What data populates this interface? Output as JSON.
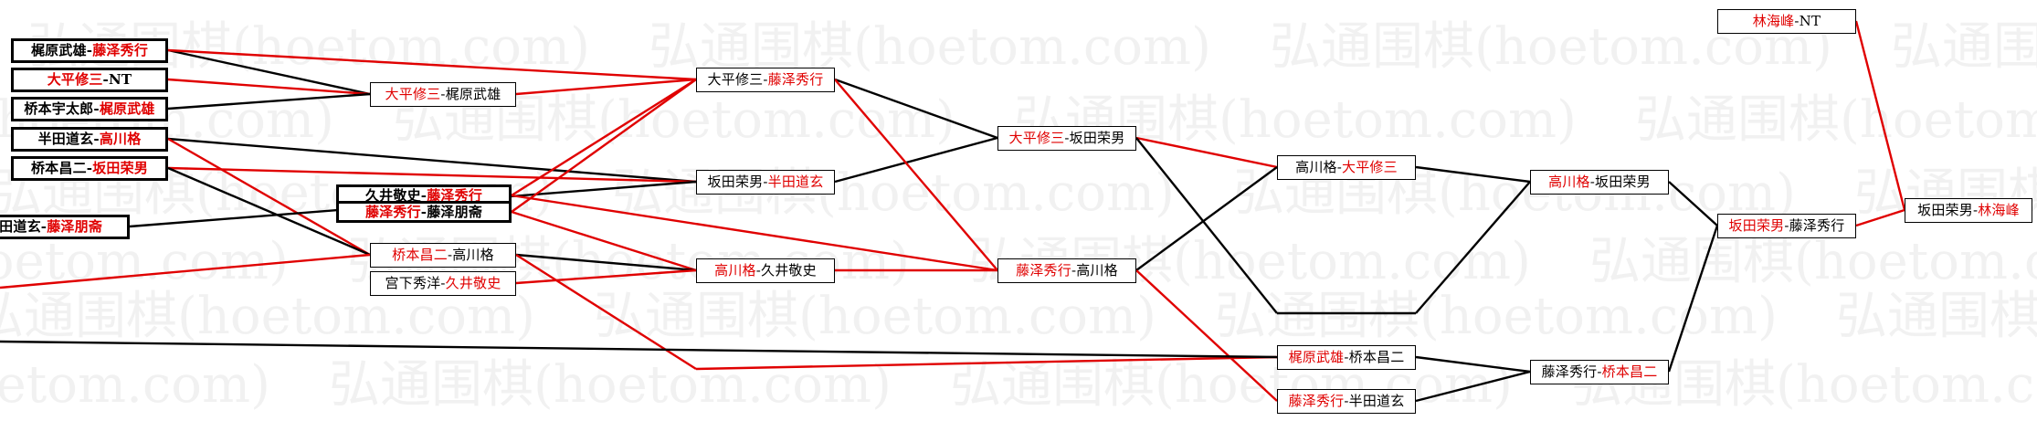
{
  "watermark": "弘通围棋(hoetom.com)",
  "colors": {
    "winner": "#e00000",
    "loser": "#000000",
    "background": "#ffffff"
  },
  "nodes": [
    {
      "id": "r1a",
      "p1": "梶原武雄",
      "p2": "藤泽秀行",
      "win": 2
    },
    {
      "id": "r1b",
      "p1": "大平修三",
      "p2": "NT",
      "win": 1
    },
    {
      "id": "r1c",
      "p1": "桥本宇太郎",
      "p2": "梶原武雄",
      "win": 2
    },
    {
      "id": "r1d",
      "p1": "半田道玄",
      "p2": "高川格",
      "win": 2
    },
    {
      "id": "r1e",
      "p1": "桥本昌二",
      "p2": "坂田荣男",
      "win": 2
    },
    {
      "id": "r1f",
      "p1": "半田道玄",
      "p2": "藤泽朋斋",
      "win": 2
    },
    {
      "id": "r2a",
      "p1": "大平修三",
      "p2": "梶原武雄",
      "win": 1
    },
    {
      "id": "r2b",
      "p1": "久井敬史",
      "p2": "藤泽秀行",
      "win": 2
    },
    {
      "id": "r2c",
      "p1": "藤泽秀行",
      "p2": "藤泽朋斋",
      "win": 1
    },
    {
      "id": "r2d",
      "p1": "桥本昌二",
      "p2": "高川格",
      "win": 1
    },
    {
      "id": "r2e",
      "p1": "宫下秀洋",
      "p2": "久井敬史",
      "win": 2
    },
    {
      "id": "r3a",
      "p1": "大平修三",
      "p2": "藤泽秀行",
      "win": 2
    },
    {
      "id": "r3b",
      "p1": "坂田荣男",
      "p2": "半田道玄",
      "win": 2
    },
    {
      "id": "r3c",
      "p1": "高川格",
      "p2": "久井敬史",
      "win": 1
    },
    {
      "id": "r4a",
      "p1": "大平修三",
      "p2": "坂田荣男",
      "win": 1
    },
    {
      "id": "r4b",
      "p1": "藤泽秀行",
      "p2": "高川格",
      "win": 1
    },
    {
      "id": "r5a",
      "p1": "高川格",
      "p2": "大平修三",
      "win": 2
    },
    {
      "id": "r5b",
      "p1": "梶原武雄",
      "p2": "桥本昌二",
      "win": 1
    },
    {
      "id": "r5c",
      "p1": "藤泽秀行",
      "p2": "半田道玄",
      "win": 1
    },
    {
      "id": "r6a",
      "p1": "高川格",
      "p2": "坂田荣男",
      "win": 1
    },
    {
      "id": "r6b",
      "p1": "藤泽秀行",
      "p2": "桥本昌二",
      "win": 2
    },
    {
      "id": "r7a",
      "p1": "坂田荣男",
      "p2": "藤泽秀行",
      "win": 1
    },
    {
      "id": "r8a",
      "p1": "林海峰",
      "p2": "NT",
      "win": 1
    },
    {
      "id": "r9a",
      "p1": "坂田荣男",
      "p2": "林海峰",
      "win": 2
    }
  ]
}
